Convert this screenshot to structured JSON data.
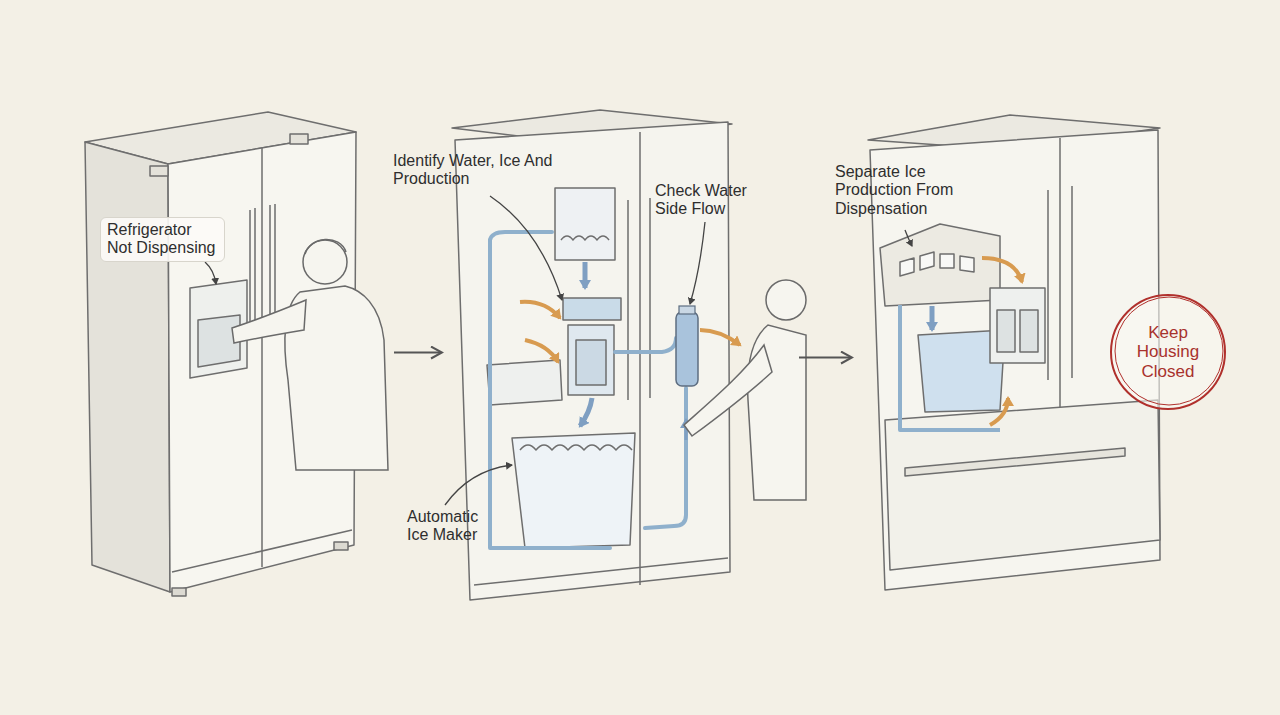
{
  "diagram": {
    "nodes": [
      {
        "text": [
          "Refrigerator Not Dispensing"
        ]
      },
      {
        "text": [
          "Identify Water, Ice And Production",
          "Check Water Side Flow",
          "Automatic Ice Maker"
        ]
      },
      {
        "text": [
          "Separate Ice Production From Dispensation"
        ]
      },
      {
        "text": [
          "Keep Housing Closed"
        ]
      }
    ],
    "edges": [
      {
        "from": 0,
        "to": 1,
        "arrow": "to"
      },
      {
        "from": 1,
        "to": 2,
        "arrow": "to"
      }
    ]
  }
}
